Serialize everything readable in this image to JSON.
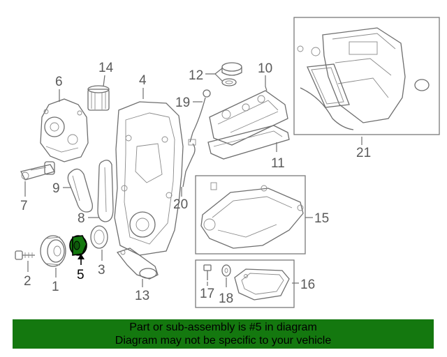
{
  "callouts": {
    "c1": "1",
    "c2": "2",
    "c3": "3",
    "c4": "4",
    "c5": "5",
    "c6": "6",
    "c7": "7",
    "c8": "8",
    "c9": "9",
    "c10": "10",
    "c11": "11",
    "c12": "12",
    "c13": "13",
    "c14": "14",
    "c15": "15",
    "c16": "16",
    "c17": "17",
    "c18": "18",
    "c19": "19",
    "c20": "20",
    "c21": "21"
  },
  "highlighted_part": "5",
  "colors": {
    "footer_bg": "#14780f",
    "highlight_fill": "#14780f",
    "line": "#6e6e6e"
  },
  "footer": {
    "line1": "Part or sub-assembly is #5 in diagram",
    "line2": "Diagram may not be specific to your vehicle"
  }
}
